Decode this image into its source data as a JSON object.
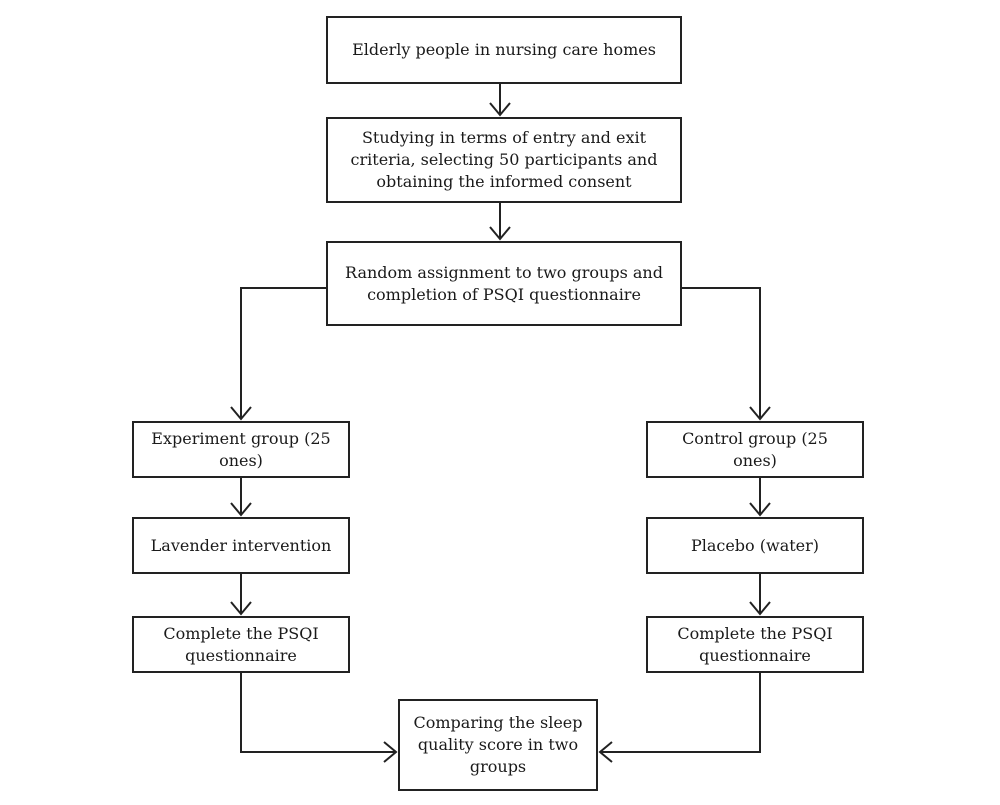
{
  "flowchart": {
    "nodes": [
      {
        "id": "b1",
        "text": "Elderly people in nursing care homes"
      },
      {
        "id": "b2",
        "text": "Studying in terms of entry and exit criteria, selecting 50 participants and obtaining the informed consent"
      },
      {
        "id": "b3",
        "text": "Random assignment to two groups and completion of PSQI questionnaire"
      },
      {
        "id": "b4",
        "text": "Experiment group (25 ones)"
      },
      {
        "id": "b5",
        "text": "Lavender intervention"
      },
      {
        "id": "b6",
        "text": "Complete the PSQI questionnaire"
      },
      {
        "id": "b7",
        "text": "Control group (25 ones)"
      },
      {
        "id": "b8",
        "text": "Placebo (water)"
      },
      {
        "id": "b9",
        "text": "Complete the PSQI questionnaire"
      },
      {
        "id": "b10",
        "text": "Comparing the sleep quality score in two groups"
      }
    ],
    "edges": [
      {
        "from": "b1",
        "to": "b2"
      },
      {
        "from": "b2",
        "to": "b3"
      },
      {
        "from": "b3",
        "to": "b4"
      },
      {
        "from": "b3",
        "to": "b7"
      },
      {
        "from": "b4",
        "to": "b5"
      },
      {
        "from": "b5",
        "to": "b6"
      },
      {
        "from": "b7",
        "to": "b8"
      },
      {
        "from": "b8",
        "to": "b9"
      },
      {
        "from": "b6",
        "to": "b10"
      },
      {
        "from": "b9",
        "to": "b10"
      }
    ]
  }
}
